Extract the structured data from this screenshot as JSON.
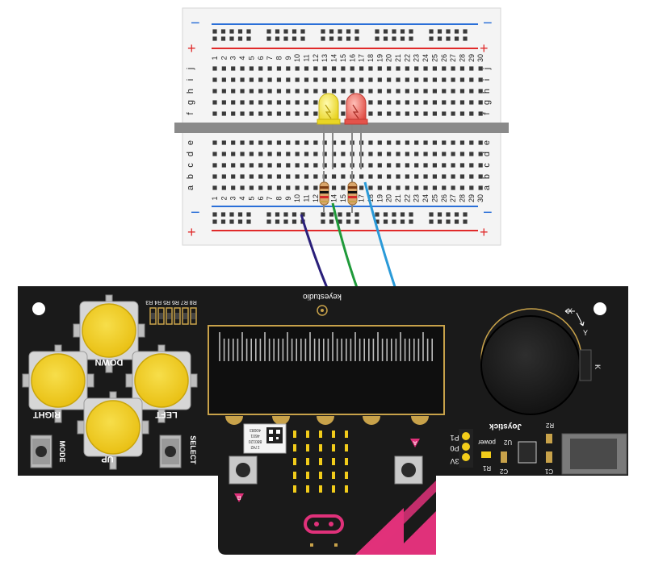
{
  "breadboard": {
    "rail_minus": "−",
    "rail_plus": "+",
    "row_letters_top": [
      "f",
      "g",
      "h",
      "i",
      "j"
    ],
    "row_letters_bottom": [
      "a",
      "b",
      "c",
      "d",
      "e"
    ],
    "column_numbers": [
      "1",
      "2",
      "3",
      "4",
      "5",
      "6",
      "7",
      "8",
      "9",
      "10",
      "11",
      "12",
      "13",
      "14",
      "15",
      "16",
      "17",
      "18",
      "19",
      "20",
      "21",
      "22",
      "23",
      "24",
      "25",
      "26",
      "27",
      "28",
      "29",
      "30"
    ]
  },
  "components": {
    "led_yellow_color": "#f5e52a",
    "led_red_color": "#e8504a",
    "resistor_color": "#d9a56a"
  },
  "wires": {
    "navy": "#2a1f7a",
    "green": "#1f9a3a",
    "blue": "#2a9ad8"
  },
  "board": {
    "brand": "keyestudio",
    "buttons": {
      "down": "DOWN",
      "right": "RIGHT",
      "left": "LEFT",
      "up": "UP"
    },
    "small_buttons": {
      "mode": "MODE",
      "select": "SELECT"
    },
    "resistor_labels": "R8 R7 R6 R5 R4 R3",
    "joystick_label": "Joystick",
    "axis_x": "X",
    "axis_y": "Y",
    "axis_k": "K",
    "pins": [
      "P1",
      "P0",
      "3V"
    ],
    "power_label": "power",
    "u2": "U2",
    "r1": "R1",
    "r2": "R2",
    "c1": "C1",
    "c2": "C2",
    "button_a": "A",
    "button_b": "B",
    "qr_text": [
      "40083",
      "4601",
      "880120",
      "1742"
    ],
    "colors": {
      "pcb": "#1a1a1a",
      "gold": "#c8a24a",
      "yellow_button": "#f2cc1a",
      "microbit_pink": "#e0317a"
    }
  }
}
